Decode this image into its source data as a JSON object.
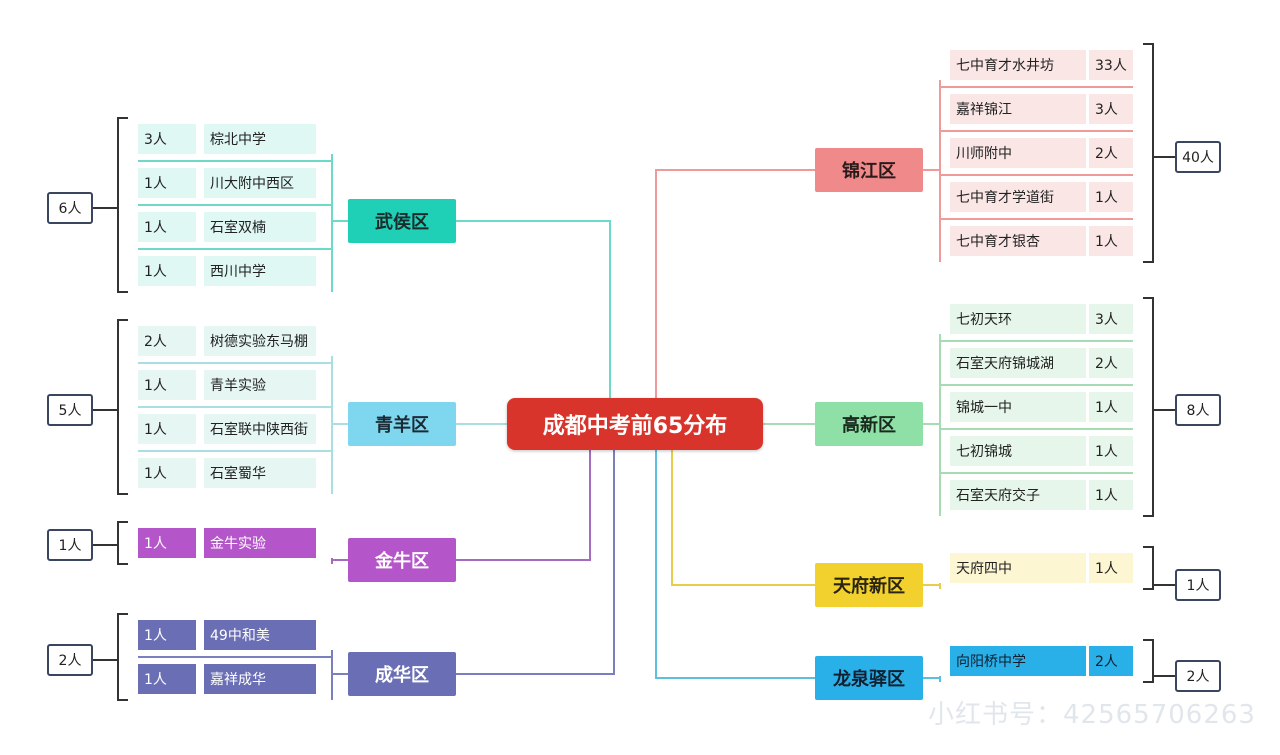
{
  "title": "成都中考前65分布",
  "watermark": "小红书号：42565706263",
  "left_districts": [
    {
      "name": "武侯区",
      "total": "6人",
      "fill": "#1fcfb6",
      "text_color": "#1b2a2a",
      "row_color": "#dff8f3",
      "line_color": "#6fd9c9",
      "schools": [
        {
          "count": "3人",
          "school": "棕北中学"
        },
        {
          "count": "1人",
          "school": "川大附中西区"
        },
        {
          "count": "1人",
          "school": "石室双楠"
        },
        {
          "count": "1人",
          "school": "西川中学"
        }
      ]
    },
    {
      "name": "青羊区",
      "total": "5人",
      "fill": "#7fd6ef",
      "text_color": "#1b2a33",
      "row_color": "#e6f6f3",
      "line_color": "#a9dfe2",
      "schools": [
        {
          "count": "2人",
          "school": "树德实验东马棚"
        },
        {
          "count": "1人",
          "school": "青羊实验"
        },
        {
          "count": "1人",
          "school": "石室联中陕西街"
        },
        {
          "count": "1人",
          "school": "石室蜀华"
        }
      ]
    },
    {
      "name": "金牛区",
      "total": "1人",
      "fill": "#b455c9",
      "text_color": "#ffffff",
      "row_color": "#b455c9",
      "row_text": "#ffffff",
      "line_color": "#a56bc0",
      "schools": [
        {
          "count": "1人",
          "school": "金牛实验"
        }
      ]
    },
    {
      "name": "成华区",
      "total": "2人",
      "fill": "#6a6fb5",
      "text_color": "#ffffff",
      "row_color": "#6a6fb5",
      "row_text": "#ffffff",
      "line_color": "#7a7fbe",
      "schools": [
        {
          "count": "1人",
          "school": "49中和美"
        },
        {
          "count": "1人",
          "school": "嘉祥成华"
        }
      ]
    }
  ],
  "right_districts": [
    {
      "name": "锦江区",
      "total": "40人",
      "fill": "#f08a8a",
      "text_color": "#2a1b1b",
      "row_color": "#fbe6e6",
      "line_color": "#ee9a9a",
      "schools": [
        {
          "school": "七中育才水井坊",
          "count": "33人"
        },
        {
          "school": "嘉祥锦江",
          "count": "3人"
        },
        {
          "school": "川师附中",
          "count": "2人"
        },
        {
          "school": "七中育才学道街",
          "count": "1人"
        },
        {
          "school": "七中育才银杏",
          "count": "1人"
        }
      ]
    },
    {
      "name": "高新区",
      "total": "8人",
      "fill": "#8ee0a6",
      "text_color": "#1b2a1f",
      "row_color": "#e6f6ea",
      "line_color": "#a6dcb4",
      "schools": [
        {
          "school": "七初天环",
          "count": "3人"
        },
        {
          "school": "石室天府锦城湖",
          "count": "2人"
        },
        {
          "school": "锦城一中",
          "count": "1人"
        },
        {
          "school": "七初锦城",
          "count": "1人"
        },
        {
          "school": "石室天府交子",
          "count": "1人"
        }
      ]
    },
    {
      "name": "天府新区",
      "total": "1人",
      "fill": "#f2d12e",
      "text_color": "#2a2410",
      "row_color": "#fdf6d2",
      "line_color": "#e8cc4a",
      "schools": [
        {
          "school": "天府四中",
          "count": "1人"
        }
      ]
    },
    {
      "name": "龙泉驿区",
      "total": "2人",
      "fill": "#2ab0e8",
      "text_color": "#102030",
      "row_color": "#2ab0e8",
      "row_text": "#102030",
      "line_color": "#5cbfdf",
      "schools": [
        {
          "school": "向阳桥中学",
          "count": "2人"
        }
      ]
    }
  ]
}
